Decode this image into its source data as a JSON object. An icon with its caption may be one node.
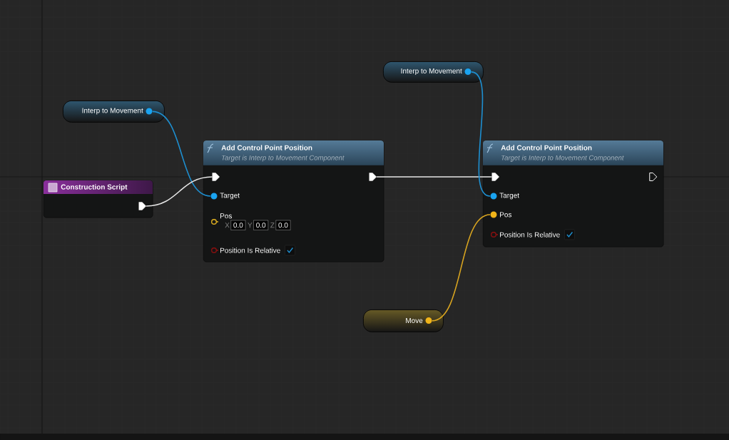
{
  "diagram": {
    "nodes": [
      {
        "text": [
          "Interp to Movement"
        ]
      },
      {
        "text": [
          "Construction Script"
        ]
      },
      {
        "text": [],
        "shape": "pentagon",
        "in": 1
      },
      {
        "text": [
          "Add Control Point Position",
          "Target is Interp to Movement Component"
        ]
      },
      {
        "text": [],
        "shape": "pentagon",
        "in": 3
      },
      {
        "text": [],
        "shape": "pentagon",
        "in": 3
      },
      {
        "text": [
          "Target"
        ],
        "in": 3
      },
      {
        "text": [
          "Pos",
          "X",
          "0.0",
          "Y",
          "0.0",
          "Z",
          "0.0"
        ],
        "in": 3
      },
      {
        "text": [
          "Position Is Relative"
        ],
        "in": 3
      },
      {
        "text": [
          "Interp to Movement"
        ]
      },
      {
        "text": [
          "Add Control Point Position",
          "Target is Interp to Movement Component"
        ]
      },
      {
        "text": [],
        "shape": "pentagon",
        "in": 10
      },
      {
        "text": [],
        "shape": "pentagon",
        "in": 10
      },
      {
        "text": [
          "Target"
        ],
        "in": 10
      },
      {
        "text": [
          "Pos"
        ],
        "in": 10
      },
      {
        "text": [
          "Position Is Relative"
        ],
        "in": 10
      },
      {
        "text": [
          "Move"
        ]
      }
    ],
    "edges": [
      {
        "from": 0,
        "to": 6,
        "arrow": "none",
        "color": "#1e8fd0"
      },
      {
        "from": 2,
        "to": 4,
        "arrow": "none",
        "color": "#e8e8e8"
      },
      {
        "from": 5,
        "to": 11,
        "arrow": "none",
        "color": "#e8e8e8"
      },
      {
        "from": 9,
        "to": 13,
        "arrow": "none",
        "color": "#1e8fd0"
      },
      {
        "from": 16,
        "to": 14,
        "arrow": "none",
        "color": "#d9a520"
      }
    ]
  }
}
